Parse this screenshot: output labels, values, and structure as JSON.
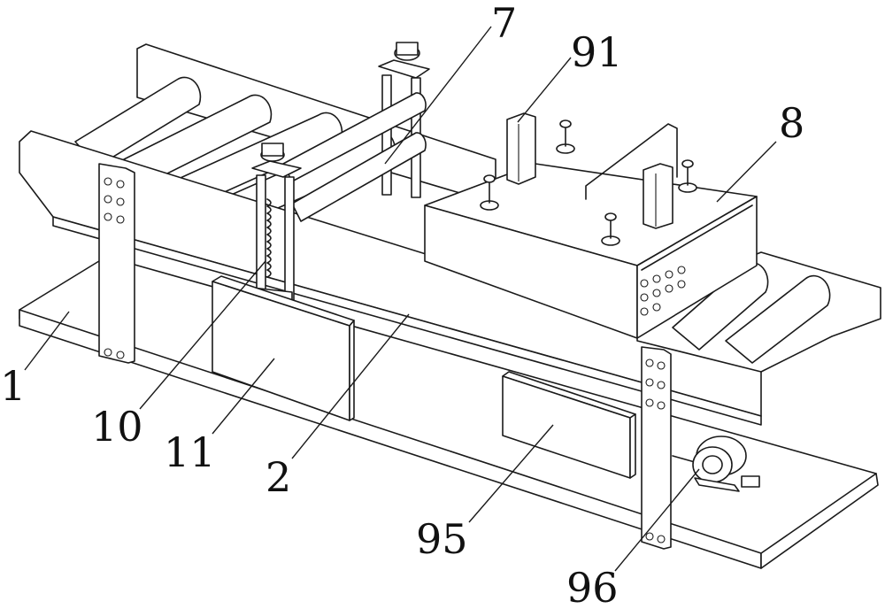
{
  "figure": {
    "type": "patent line drawing",
    "description": "Isometric view of a roller conveyor machine with box housing, lifting frames and motor",
    "line_color": "#1a1a1a",
    "background": "#ffffff"
  },
  "labels": {
    "l1": "1",
    "l2": "2",
    "l7": "7",
    "l8": "8",
    "l10": "10",
    "l11": "11",
    "l91": "91",
    "l95": "95",
    "l96": "96"
  },
  "parts": [
    {
      "ref": "1",
      "name": "base plate"
    },
    {
      "ref": "2",
      "name": "side frame"
    },
    {
      "ref": "7",
      "name": "pressing roller"
    },
    {
      "ref": "8",
      "name": "housing box"
    },
    {
      "ref": "10",
      "name": "spring lift assembly"
    },
    {
      "ref": "11",
      "name": "lower box"
    },
    {
      "ref": "91",
      "name": "cylinder"
    },
    {
      "ref": "95",
      "name": "control box"
    },
    {
      "ref": "96",
      "name": "motor"
    }
  ]
}
